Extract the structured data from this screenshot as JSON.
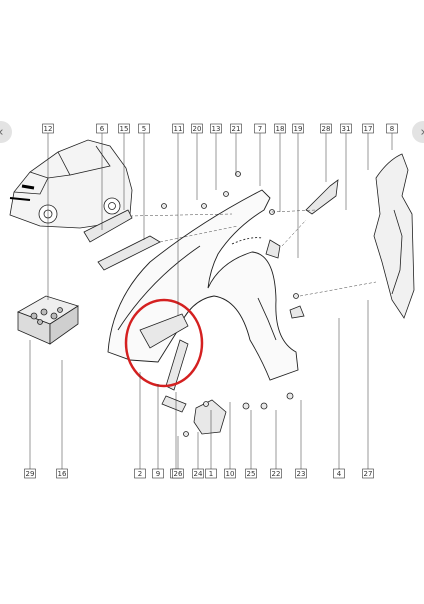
{
  "diagram": {
    "top_callouts": [
      "12",
      "6",
      "15",
      "5",
      "11",
      "20",
      "13",
      "21",
      "7",
      "18",
      "19",
      "28",
      "31",
      "17",
      "8"
    ],
    "bottom_callouts": [
      "29",
      "16",
      "2",
      "9",
      "14",
      "26",
      "24",
      "1",
      "10",
      "25",
      "22",
      "23",
      "4",
      "27"
    ],
    "highlight_color": "#d42020"
  }
}
